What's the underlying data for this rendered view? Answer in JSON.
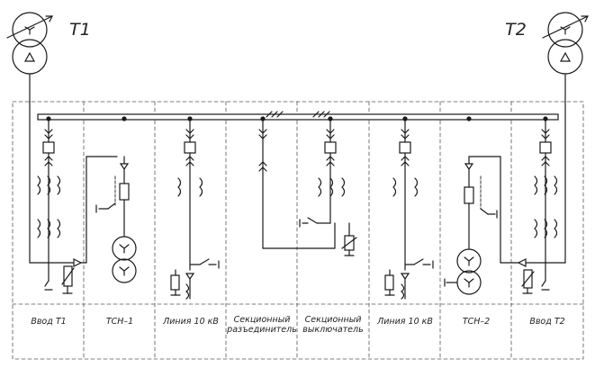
{
  "transformers": [
    {
      "label": "T1"
    },
    {
      "label": "T2"
    }
  ],
  "cells": [
    {
      "label": "Ввод Т1"
    },
    {
      "label": "ТСН–1"
    },
    {
      "label": "Линия 10 кВ"
    },
    {
      "label": "Секционный разъединитель"
    },
    {
      "label": "Секционный выключатель"
    },
    {
      "label": "Линия 10 кВ"
    },
    {
      "label": "ТСН–2"
    },
    {
      "label": "Ввод Т2"
    }
  ],
  "colors": {
    "line": "#1a1a1a",
    "dash": "#555555",
    "text": "#222222"
  }
}
